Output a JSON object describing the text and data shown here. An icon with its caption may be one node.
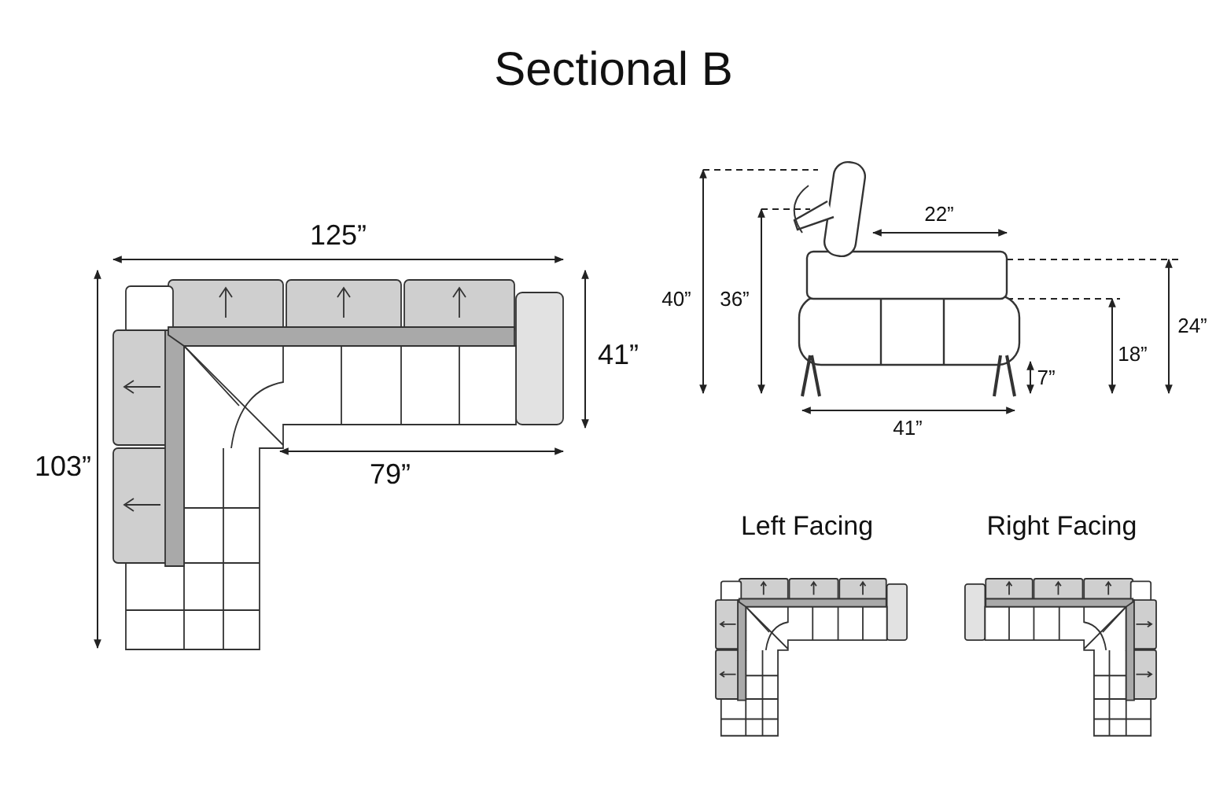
{
  "diagram": {
    "title": "Sectional B",
    "labels": [
      "125”",
      "40”",
      "22”",
      "36”",
      "41”",
      "24”",
      "18”",
      "7”",
      "41”",
      "103”",
      "79”",
      "Left Facing",
      "Right Facing"
    ]
  }
}
